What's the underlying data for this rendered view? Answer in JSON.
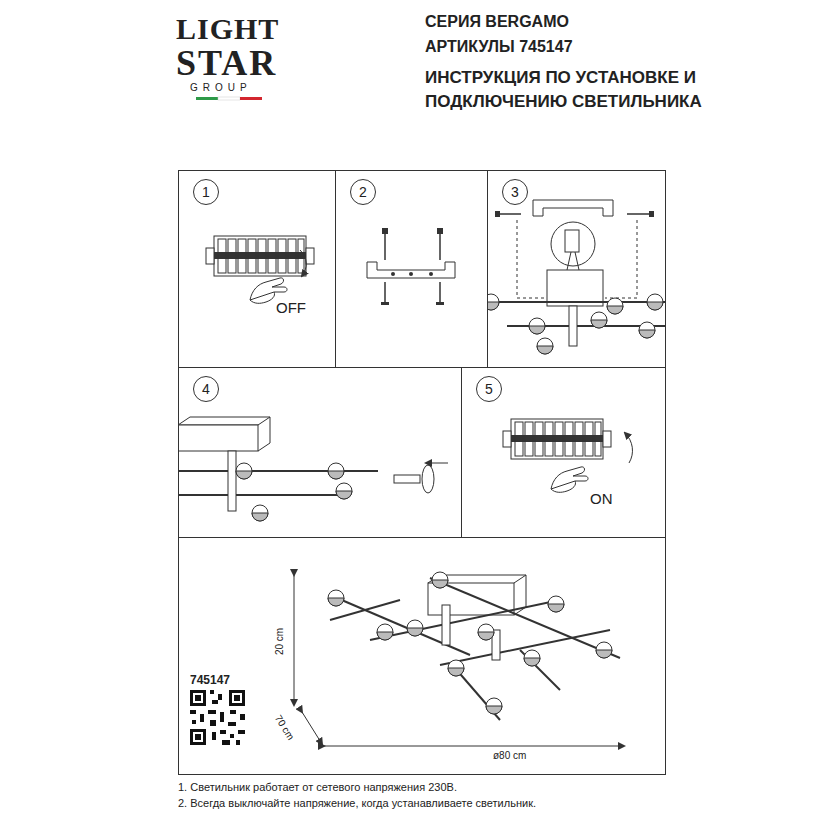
{
  "diagram": {
    "title": "ИНСТРУКЦИЯ ПО УСТАНОВКЕ И ПОДКЛЮЧЕНИЮ СВЕТИЛЬНИКА",
    "nodes": [
      {
        "text": [
          "1",
          "OFF"
        ]
      },
      {
        "text": [
          "2"
        ]
      },
      {
        "text": [
          "3"
        ]
      },
      {
        "text": [
          "4"
        ]
      },
      {
        "text": [
          "5",
          "ON"
        ]
      },
      {
        "text": [
          "745147",
          "20 cm",
          "70 cm",
          "ø80 cm"
        ]
      }
    ],
    "labels": [
      "LIGHT",
      "STAR",
      "GROUP",
      "СЕРИЯ BERGAMO",
      "АРТИКУЛЫ 745147",
      "1. Светильник работает от сетевого напряжения 230В.",
      "2. Всегда выключайте напряжение, когда устанавливаете светильник."
    ]
  }
}
